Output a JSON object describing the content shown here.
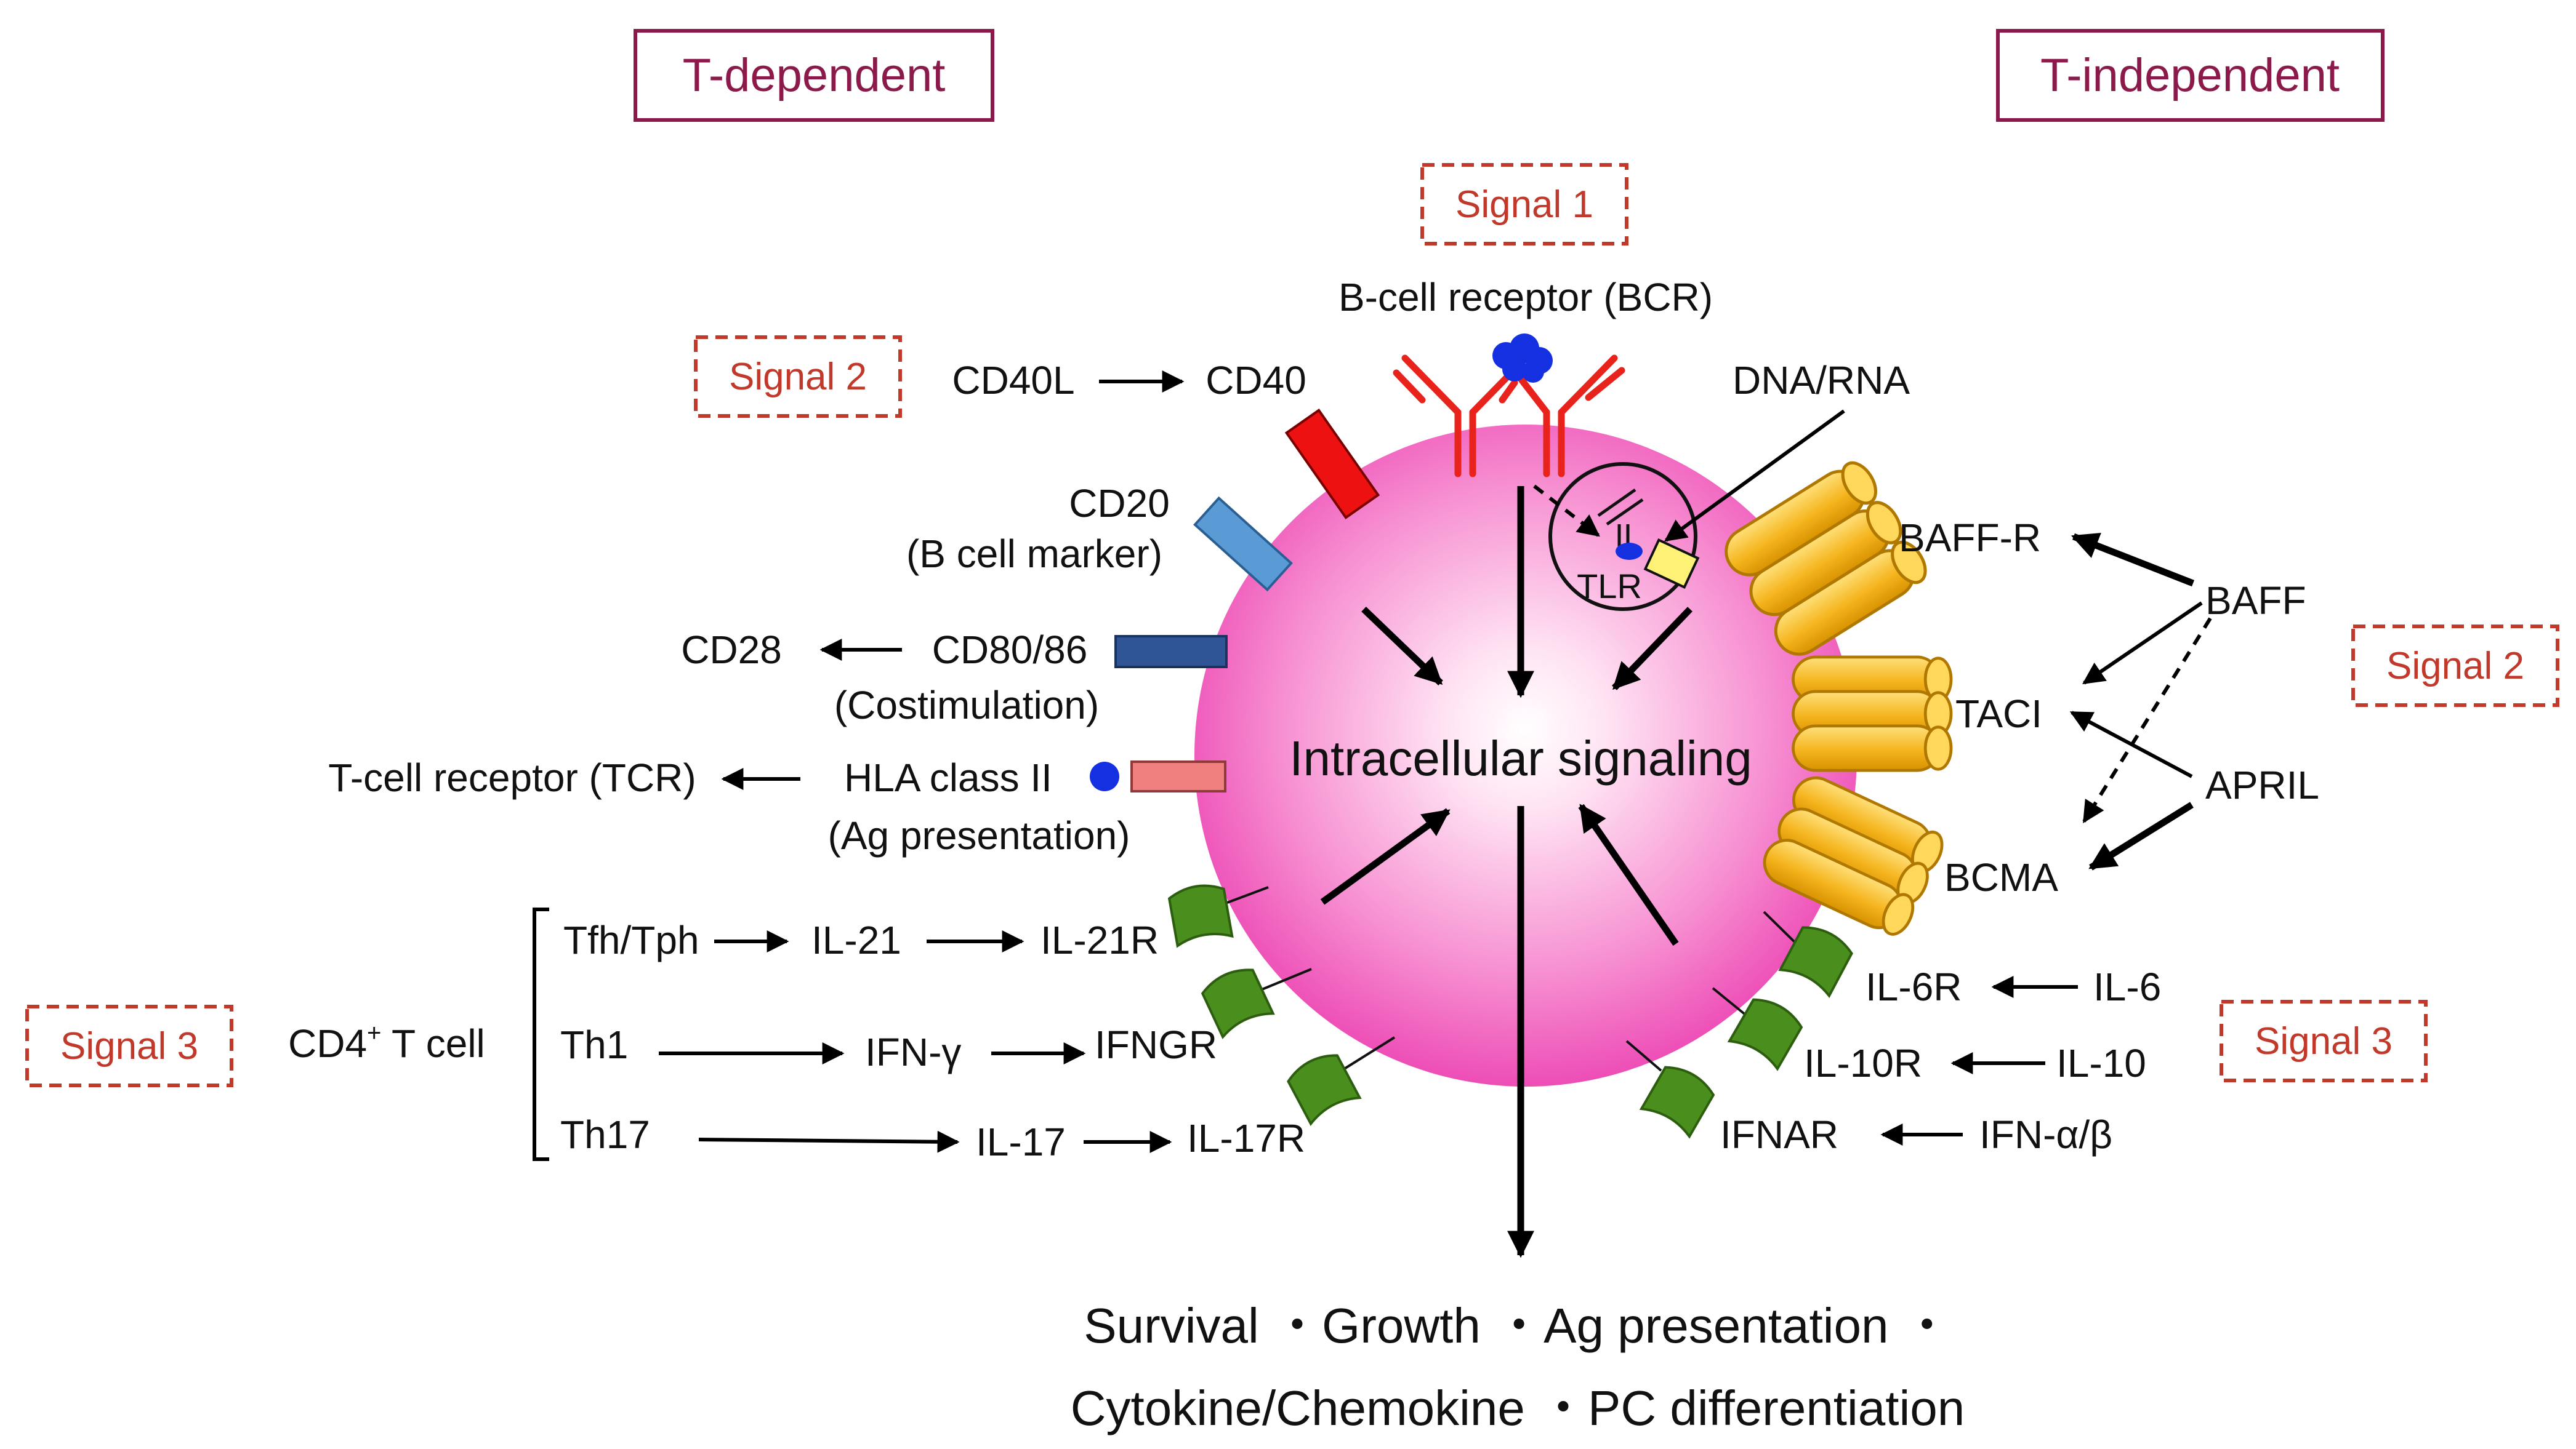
{
  "headers": {
    "left": "T-dependent",
    "right": "T-independent"
  },
  "signals": {
    "signal1": "Signal 1",
    "signal2_left": "Signal 2",
    "signal2_right": "Signal 2",
    "signal3_left": "Signal 3",
    "signal3_right": "Signal 3"
  },
  "bcr_label": "B-cell receptor (BCR)",
  "dna_rna_label": "DNA/RNA",
  "tlr_label": "TLR",
  "center_label": "Intracellular signaling",
  "left": {
    "cd40l": "CD40L",
    "cd40": "CD40",
    "cd20": "CD20",
    "cd20_sub": "(B cell marker)",
    "cd28": "CD28",
    "cd80_86": "CD80/86",
    "cd80_sub": "(Costimulation)",
    "tcr": "T-cell receptor (TCR)",
    "hla": "HLA class II",
    "hla_sub": "(Ag presentation)",
    "cd4_main": "CD4",
    "cd4_sup": "+",
    "cd4_rest": " T cell",
    "rows": [
      {
        "cell": "Tfh/Tph",
        "cytokine": "IL-21",
        "receptor": "IL-21R"
      },
      {
        "cell": "Th1",
        "cytokine": "IFN-γ",
        "receptor": "IFNGR"
      },
      {
        "cell": "Th17",
        "cytokine": "IL-17",
        "receptor": "IL-17R"
      }
    ]
  },
  "right": {
    "baff_r": "BAFF-R",
    "taci": "TACI",
    "bcma": "BCMA",
    "baff": "BAFF",
    "april": "APRIL",
    "rows": [
      {
        "receptor": "IL-6R",
        "cytokine": "IL-6"
      },
      {
        "receptor": "IL-10R",
        "cytokine": "IL-10"
      },
      {
        "receptor": "IFNAR",
        "cytokine": "IFN-α/β"
      }
    ]
  },
  "outcome": {
    "line1": "Survival ・Growth ・Ag presentation ・",
    "line2": "Cytokine/Chemokine ・PC differentiation"
  },
  "colors": {
    "cell_pink": "#ee3fb0",
    "header_border": "#8b1a4a",
    "signal_red": "#c0392b",
    "cd40_red": "#ee1111",
    "cd20_blue": "#5b9bd5",
    "cd80_navy": "#2f5597",
    "hla_salmon": "#f08080",
    "antigen_blue": "#1530e0",
    "bcr_red": "#e8231c",
    "tnfr_gold": "#f5b51e",
    "cytokine_receptor_green": "#4a8f1e",
    "tlr_yellow": "#fff176"
  }
}
